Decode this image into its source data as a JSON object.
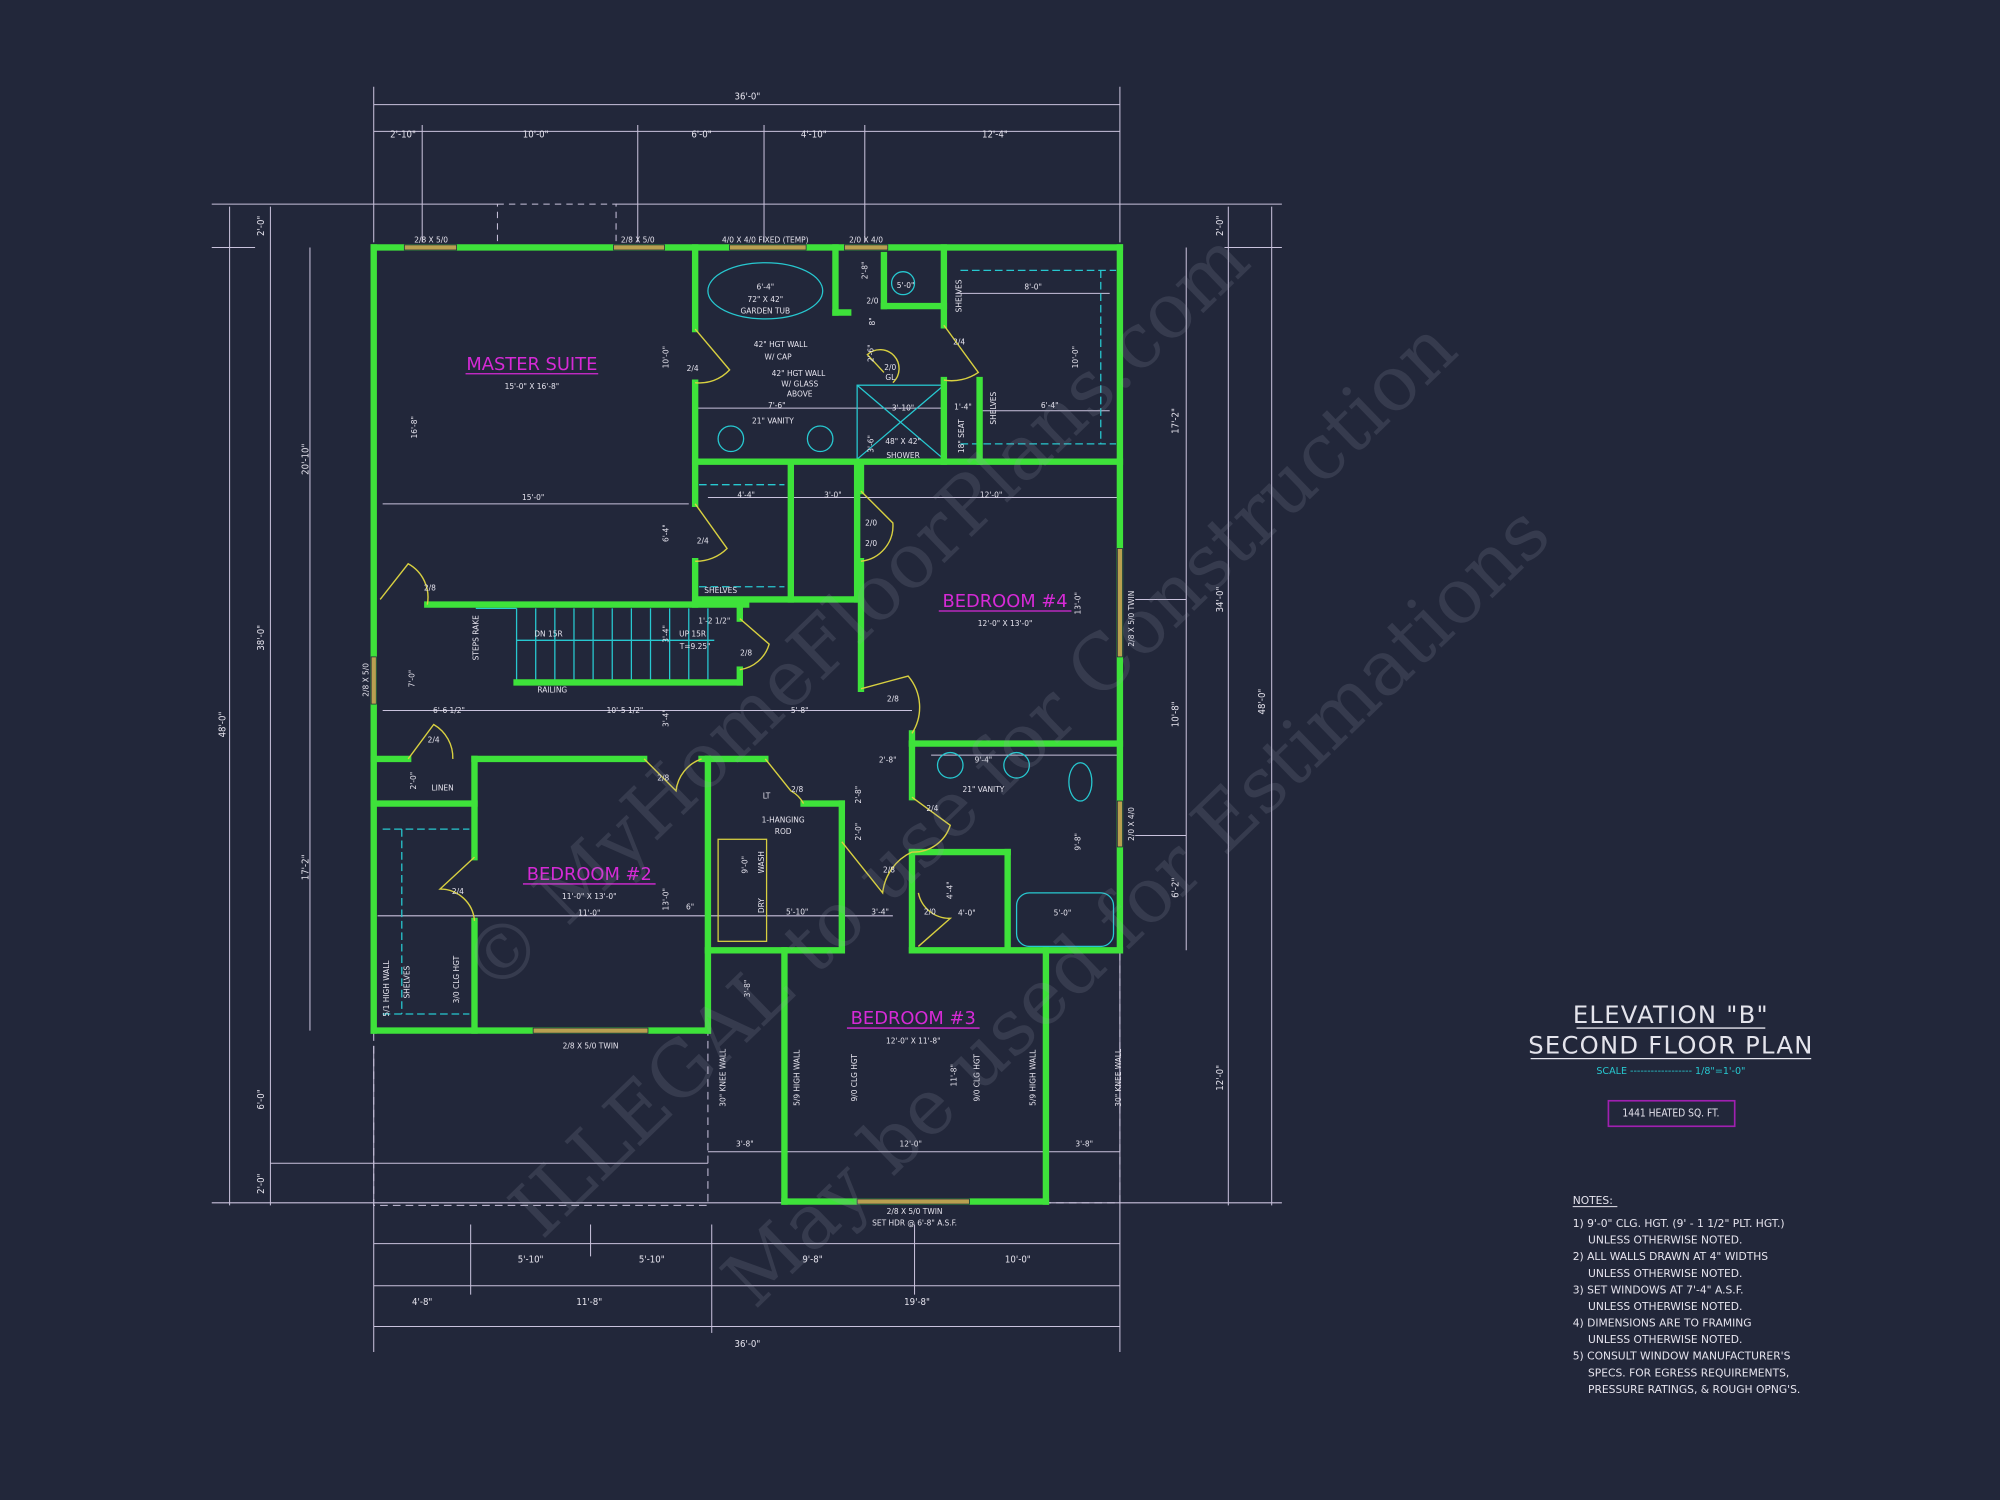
{
  "colors": {
    "background": "#22273a",
    "walls": "#3ee23a",
    "dimensions": "#c9c2dc",
    "text": "#e6e4ee",
    "room_labels": "#d62ad6",
    "fixtures": "#27c8d0",
    "doors": "#d8d040",
    "sqft_box": "#a020b0"
  },
  "title_block": {
    "line1": "ELEVATION \"B\"",
    "line2": "SECOND FLOOR PLAN",
    "scale": "SCALE ------------------ 1/8\"=1'-0\"",
    "heated_area": "1441 HEATED SQ. FT."
  },
  "notes": {
    "heading": "NOTES:",
    "lines": [
      "1) 9'-0\"  CLG. HGT. (9' - 1 1/2\" PLT. HGT.)",
      "UNLESS OTHERWISE NOTED.",
      "2) ALL WALLS DRAWN AT 4\" WIDTHS",
      "UNLESS OTHERWISE NOTED.",
      "3) SET WINDOWS AT 7'-4\" A.S.F.",
      "UNLESS OTHERWISE NOTED.",
      "4) DIMENSIONS ARE TO FRAMING",
      "UNLESS OTHERWISE NOTED.",
      "5) CONSULT WINDOW MANUFACTURER'S",
      "SPECS. FOR EGRESS REQUIREMENTS,",
      "PRESSURE RATINGS, & ROUGH OPNG'S."
    ]
  },
  "watermark": [
    "© MyHomeFloorPlans.com",
    "ILLEGAL to use for Construction",
    "May be used for Estimations"
  ],
  "dimensions": {
    "top": [
      "36'-0\"",
      "2'-10\"",
      "10'-0\"",
      "6'-0\"",
      "4'-10\"",
      "12'-4\""
    ],
    "bottom": [
      "5'-10\"",
      "5'-10\"",
      "9'-8\"",
      "10'-0\"",
      "4'-8\"",
      "11'-8\"",
      "19'-8\"",
      "36'-0\""
    ],
    "left": [
      "48'-0\"",
      "38'-0\"",
      "2'-0\"",
      "6'-0\"",
      "2'-0\"",
      "20'-10\"",
      "17'-2\""
    ],
    "right": [
      "2'-0\"",
      "34'-0\"",
      "12'-0\"",
      "48'-0\"",
      "17'-2\"",
      "10'-8\"",
      "6'-2\""
    ]
  },
  "windows": [
    "2/8 X 5/0",
    "2/8 X 5/0",
    "4/0 X 4/0 FIXED (TEMP)",
    "2/0 X 4/0",
    "2/8 X 5/0",
    "2/8 X 5/0 TWIN",
    "2/0 X 4/0",
    "2/8 X 5/0 TWIN",
    "2/8 X 5/0 TWIN",
    "SET HDR @ 6'-8\" A.S.F."
  ],
  "rooms": {
    "master_suite": {
      "name": "MASTER SUITE",
      "size": "15'-0\" X 16'-8\"",
      "labels": [
        "16'-8\"",
        "15'-0\"",
        "10'-0\"",
        "6'-4\""
      ]
    },
    "master_bath": {
      "labels": [
        "6'-4\"",
        "72\" X 42\"",
        "GARDEN TUB",
        "42\" HGT WALL",
        "W/ CAP",
        "42\" HGT WALL",
        "W/ GLASS",
        "ABOVE",
        "7'-6\"",
        "21\" VANITY",
        "2/4",
        "3'-10\"",
        "48\" X 42\"",
        "SHOWER",
        "3'-6\"",
        "1'-4\"",
        "18\" SEAT",
        "2/0",
        "GL",
        "2'-6\"",
        "2'-8\"",
        "2/0",
        "8\"",
        "5'-0\""
      ]
    },
    "master_closet": {
      "labels": [
        "SHELVES",
        "2/4",
        "8'-0\"",
        "10'-0\"",
        "SHELVES",
        "6'-4\""
      ]
    },
    "hall_closets": {
      "labels": [
        "4'-4\"",
        "2/4",
        "SHELVES",
        "3'-0\"",
        "2/0",
        "2/0",
        "12'-0\""
      ]
    },
    "bedroom_4": {
      "name": "BEDROOM #4",
      "size": "12'-0\" X 13'-0\"",
      "labels": [
        "13'-0\""
      ]
    },
    "stairs": {
      "labels": [
        "2/8",
        "STEPS RAKE",
        "DN 15R",
        "UP 15R",
        "T=9.25\"",
        "1'-2 1/2\"",
        "3'-4\"",
        "2/8",
        "RAILING",
        "7'-0\"",
        "6'-6 1/2\"",
        "10'-5 1/2\"",
        "3'-4\"",
        "5'-8\"",
        "2/8"
      ]
    },
    "linen": {
      "labels": [
        "2/4",
        "2'-0\"",
        "LINEN"
      ]
    },
    "bedroom_2": {
      "name": "BEDROOM #2",
      "size": "11'-0\" X 13'-0\"",
      "labels": [
        "11'-0\"",
        "13'-0\"",
        "2/4",
        "2/8",
        "6\"",
        "5/1 HIGH WALL",
        "SHELVES",
        "3/0 CLG HGT"
      ]
    },
    "laundry": {
      "labels": [
        "LT",
        "2/8",
        "1-HANGING",
        "ROD",
        "9'-0\"",
        "WASH",
        "DRY",
        "5'-10\"",
        "3'-8\""
      ]
    },
    "hall": {
      "labels": [
        "2'-8\"",
        "2'-8\"",
        "2'-0\"",
        "2/4",
        "2/8",
        "3'-4\""
      ]
    },
    "bath_2": {
      "labels": [
        "9'-4\"",
        "21\" VANITY",
        "9'-8\"",
        "2/0",
        "4'-0\"",
        "4'-4\"",
        "5'-0\""
      ]
    },
    "bedroom_3": {
      "name": "BEDROOM #3",
      "size": "12'-0\" X 11'-8\"",
      "labels": [
        "11'-8\"",
        "30\" KNEE WALL",
        "30\" KNEE WALL",
        "5/9 HIGH WALL",
        "5/9 HIGH WALL",
        "9/0 CLG HGT",
        "9/0 CLG HGT",
        "3'-8\"",
        "12'-0\"",
        "3'-8\""
      ]
    }
  }
}
